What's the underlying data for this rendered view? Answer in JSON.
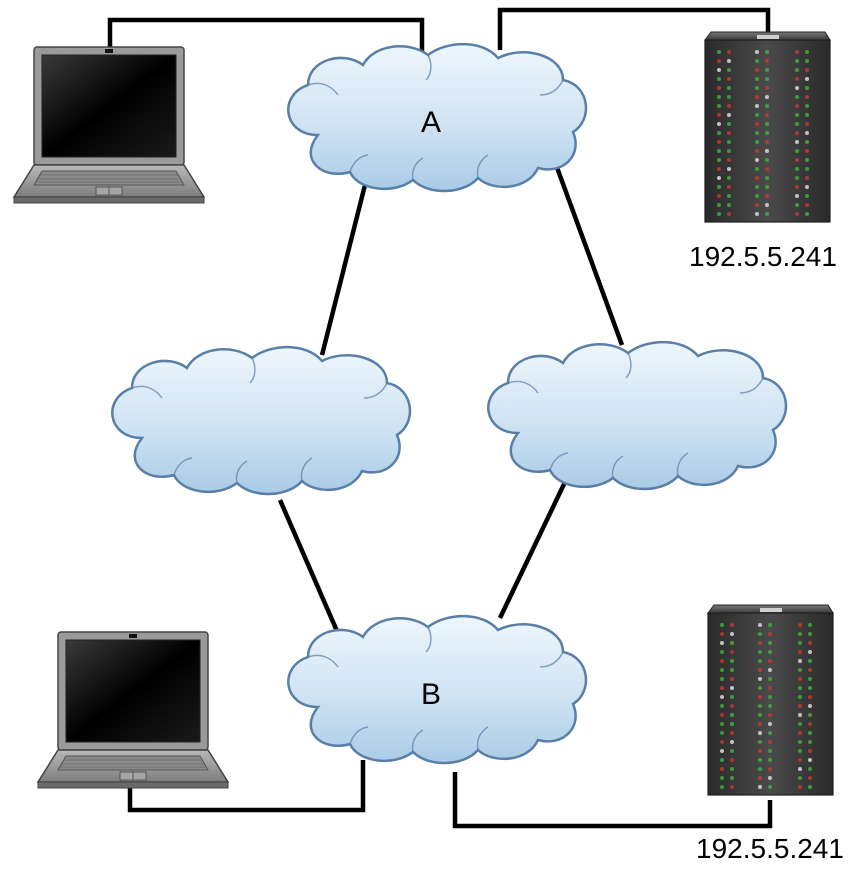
{
  "clouds": {
    "top": {
      "label": "A"
    },
    "bottom": {
      "label": "B"
    },
    "middle_left": {
      "label": ""
    },
    "middle_right": {
      "label": ""
    }
  },
  "servers": {
    "top": {
      "ip": "192.5.5.241"
    },
    "bottom": {
      "ip": "192.5.5.241"
    }
  },
  "icons": {
    "cloud": "cloud-icon",
    "laptop": "laptop-icon",
    "server": "server-rack-icon"
  },
  "colors": {
    "cloud_fill_top": "#eef6fc",
    "cloud_fill_bottom": "#a9cbe6",
    "cloud_stroke": "#5a7fa6",
    "link": "#000000"
  }
}
